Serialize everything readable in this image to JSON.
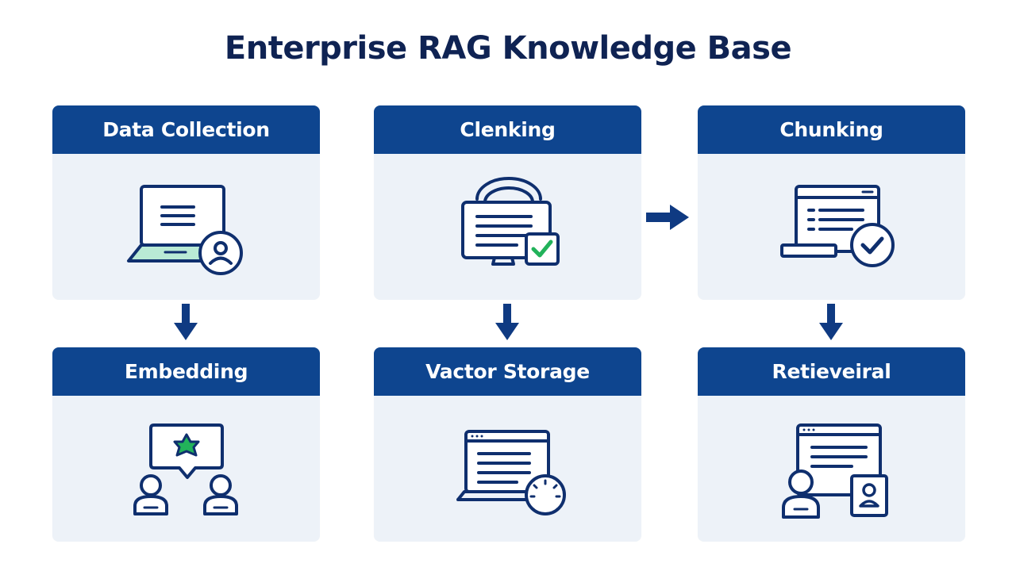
{
  "title": "Enterprise RAG Knowledge Base",
  "steps": [
    {
      "label": "Data Collection",
      "icon": "laptop-user-icon"
    },
    {
      "label": "Clenking",
      "icon": "monitor-check-icon"
    },
    {
      "label": "Chunking",
      "icon": "window-check-icon"
    },
    {
      "label": "Embedding",
      "icon": "chat-users-icon"
    },
    {
      "label": "Vactor Storage",
      "icon": "laptop-gauge-icon"
    },
    {
      "label": "Retieveiral",
      "icon": "window-profile-icon"
    }
  ],
  "colors": {
    "header": "#0e458f",
    "card": "#edf2f8",
    "title": "#0f2353",
    "icon_stroke": "#0f2f6e",
    "accent_green": "#22b25a",
    "accent_mint": "#b9ead5"
  }
}
